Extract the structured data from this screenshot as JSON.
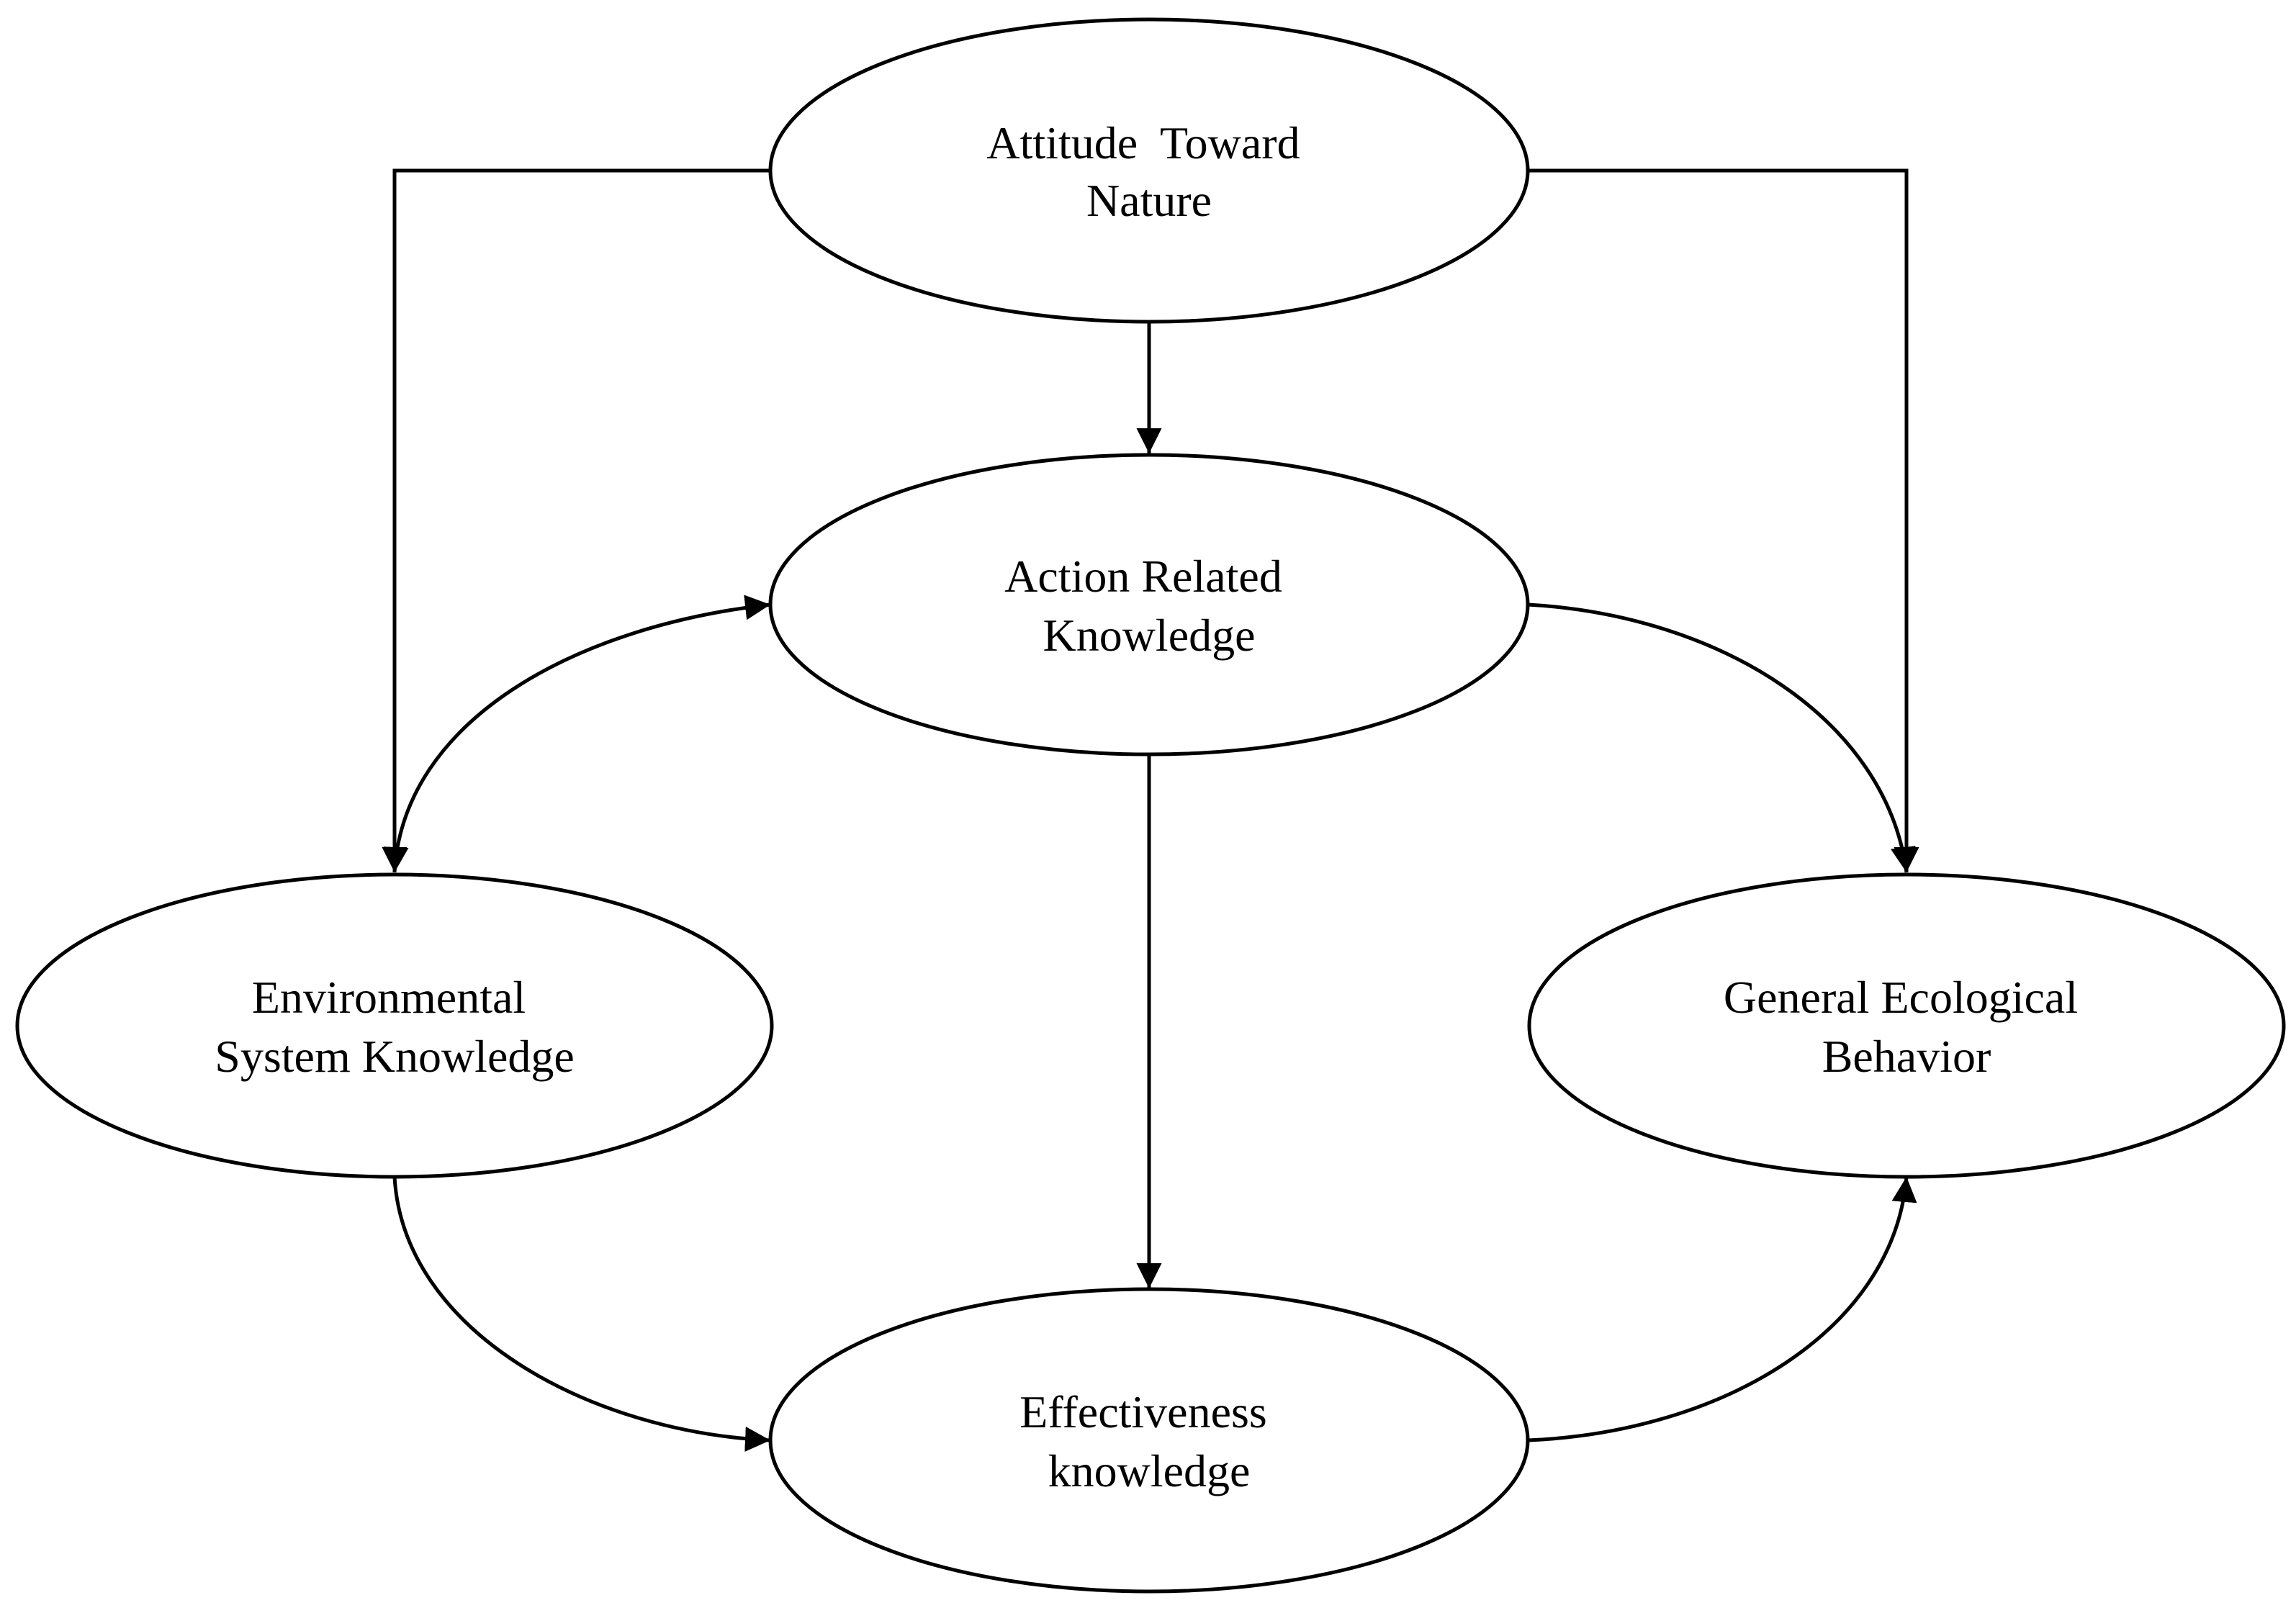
{
  "diagram": {
    "nodes": [
      {
        "id": "attitude",
        "lines": [
          "Attitude  Toward",
          "Nature"
        ]
      },
      {
        "id": "action",
        "lines": [
          "Action Related",
          "Knowledge"
        ]
      },
      {
        "id": "environmental",
        "lines": [
          "Environmental",
          "System Knowledge"
        ]
      },
      {
        "id": "general",
        "lines": [
          "General Ecological",
          "Behavior"
        ]
      },
      {
        "id": "effectiveness",
        "lines": [
          "Effectiveness",
          "knowledge"
        ]
      }
    ],
    "edges": [
      {
        "from": "attitude",
        "to": "environmental"
      },
      {
        "from": "attitude",
        "to": "general"
      },
      {
        "from": "attitude",
        "to": "action"
      },
      {
        "from": "action",
        "to": "environmental",
        "bidirectional": true
      },
      {
        "from": "action",
        "to": "general"
      },
      {
        "from": "action",
        "to": "effectiveness"
      },
      {
        "from": "environmental",
        "to": "effectiveness"
      },
      {
        "from": "effectiveness",
        "to": "general"
      }
    ]
  }
}
